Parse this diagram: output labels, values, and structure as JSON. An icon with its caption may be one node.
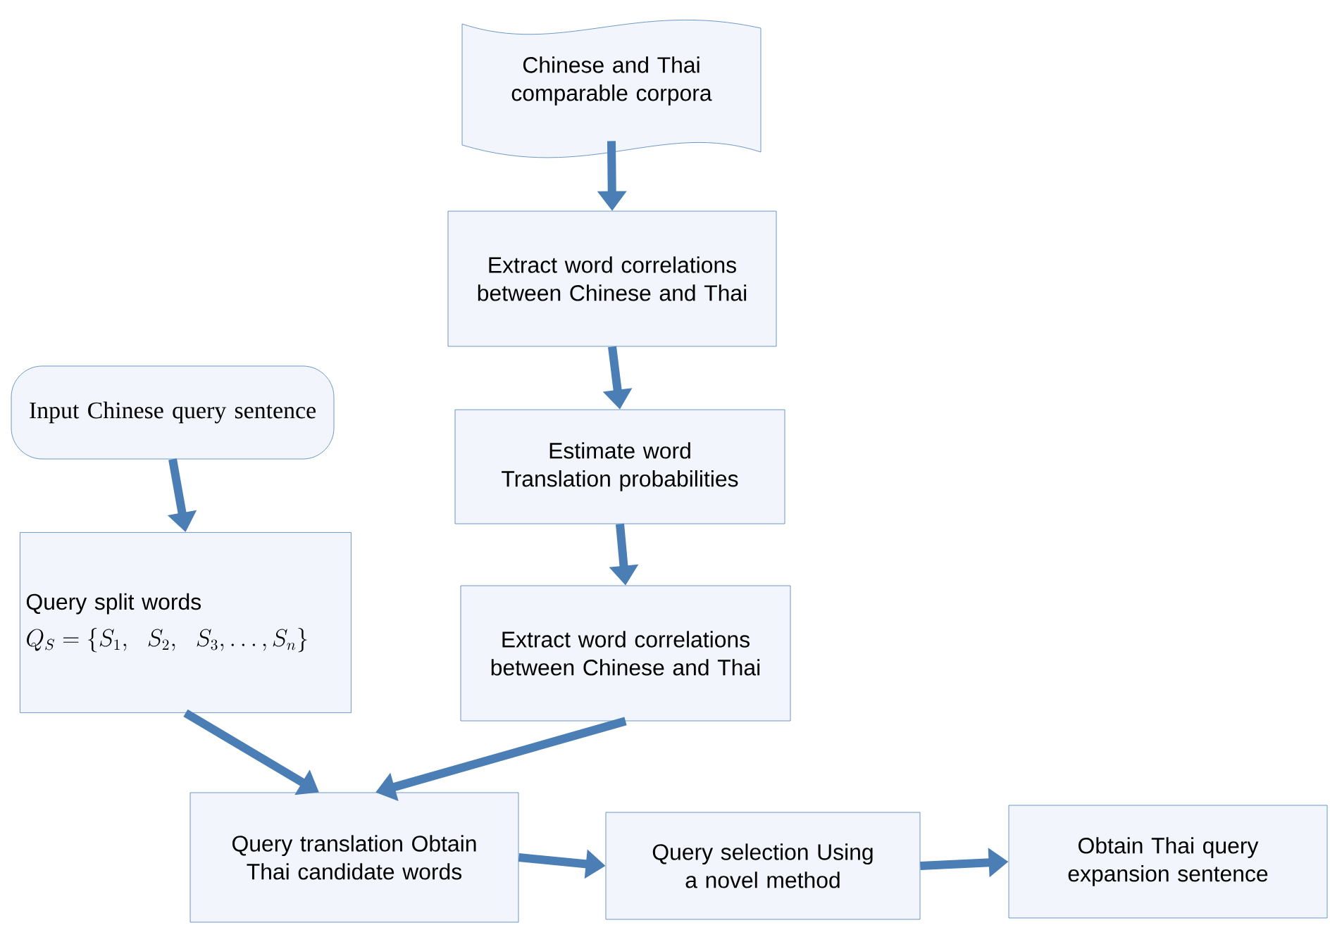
{
  "diagram": {
    "nodes": [
      {
        "text": [
          "Chinese and Thai comparable corpora"
        ]
      },
      {
        "text": [
          "Extract word correlations between Chinese and Thai"
        ]
      },
      {
        "text": [
          "Estimate word Translation probabilities"
        ]
      },
      {
        "text": [
          "Extract word correlations between Chinese and Thai"
        ]
      },
      {
        "text": [
          "Input Chinese query sentence"
        ]
      },
      {
        "text": [
          "Query split words",
          "Q_S = \\{S_1,\\ \\ S_2,\\ \\ S_3, \\ldots, S_n\\}"
        ]
      },
      {
        "text": [
          "Query translation Obtain Thai candidate words"
        ]
      },
      {
        "text": [
          "Query selection Using a novel method"
        ]
      },
      {
        "text": [
          "Obtain Thai query expansion sentence"
        ]
      }
    ],
    "edges": [
      {
        "from": 0,
        "to": 1,
        "arrow": "to"
      },
      {
        "from": 1,
        "to": 2,
        "arrow": "to"
      },
      {
        "from": 2,
        "to": 3,
        "arrow": "to"
      },
      {
        "from": 4,
        "to": 5,
        "arrow": "to"
      },
      {
        "from": 5,
        "to": 6,
        "arrow": "to"
      },
      {
        "from": 3,
        "to": 6,
        "arrow": "to"
      },
      {
        "from": 6,
        "to": 7,
        "arrow": "to"
      },
      {
        "from": 7,
        "to": 8,
        "arrow": "to"
      }
    ]
  }
}
